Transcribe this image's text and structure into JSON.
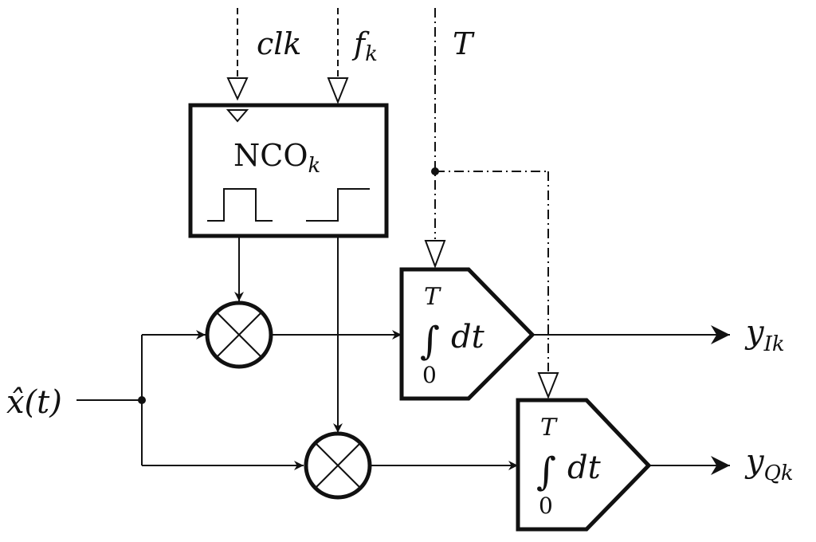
{
  "inputs": {
    "clk": "clk",
    "fk_base": "f",
    "fk_sub": "k",
    "T": "T"
  },
  "nco": {
    "label_base": "NCO",
    "label_sub": "k"
  },
  "input_signal": {
    "label": "x̂(t)"
  },
  "integrators": [
    {
      "upper_limit": "T",
      "lower_limit": "0",
      "symbol": "∫",
      "differential": "dt"
    },
    {
      "upper_limit": "T",
      "lower_limit": "0",
      "symbol": "∫",
      "differential": "dt"
    }
  ],
  "outputs": {
    "I": {
      "base": "y",
      "sub": "Ik"
    },
    "Q": {
      "base": "y",
      "sub": "Qk"
    }
  }
}
